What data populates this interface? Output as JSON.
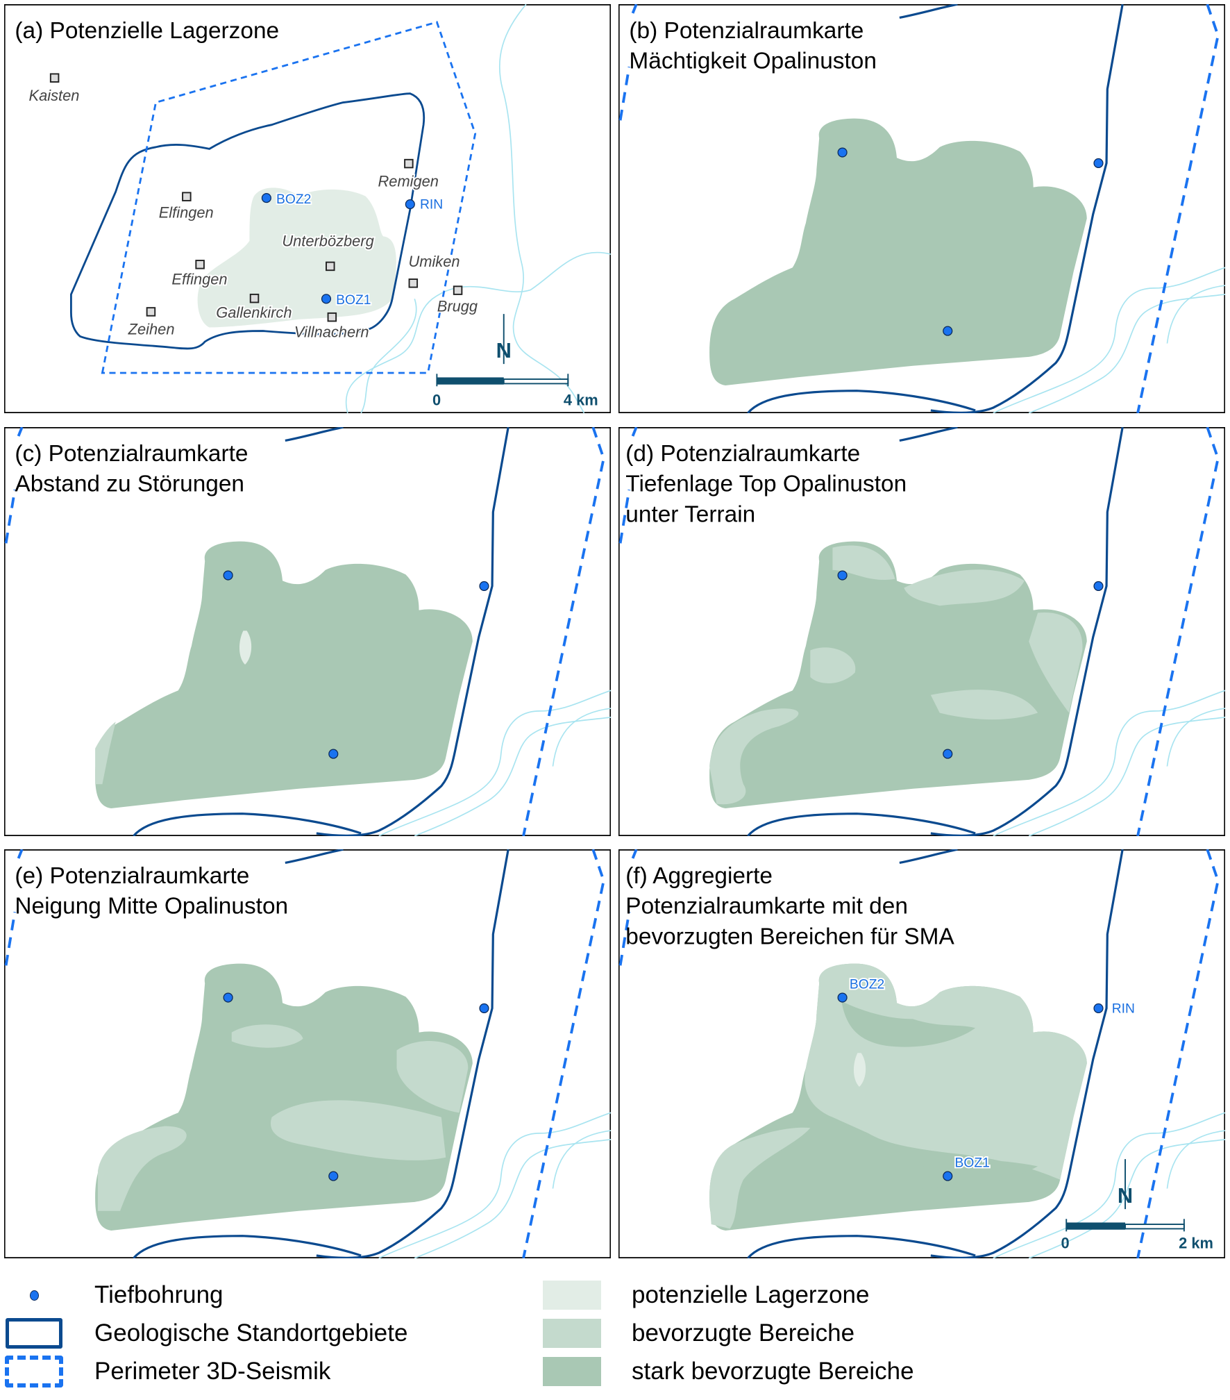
{
  "colors": {
    "boundary": "#0b4a8f",
    "perimeter": "#1a73f0",
    "well": "#1a73f0",
    "river": "#a8e4f0",
    "zone_pale": "#e2ede6",
    "zone_mid": "#c4dacd",
    "zone_strong": "#a9c8b4",
    "scale": "#0f4f6e"
  },
  "panels": {
    "a": {
      "title": [
        "(a) Potenzielle Lagerzone"
      ],
      "places": [
        "Kaisten",
        "Elfingen",
        "Effingen",
        "Zeihen",
        "Gallenkirch",
        "Unterbözberg",
        "Villnachern",
        "Remigen",
        "Umiken",
        "Brugg"
      ],
      "wells": [
        "BOZ2",
        "RIN",
        "BOZ1"
      ],
      "scale": {
        "start": "0",
        "end": "4 km",
        "north": "N"
      }
    },
    "b": {
      "title": [
        "(b) Potenzialraumkarte",
        "Mächtigkeit Opalinuston"
      ]
    },
    "c": {
      "title": [
        "(c) Potenzialraumkarte",
        "Abstand zu Störungen"
      ]
    },
    "d": {
      "title": [
        "(d) Potenzialraumkarte",
        "Tiefenlage Top Opalinuston",
        "unter Terrain"
      ]
    },
    "e": {
      "title": [
        "(e) Potenzialraumkarte",
        "Neigung Mitte Opalinuston"
      ]
    },
    "f": {
      "title": [
        "(f) Aggregierte",
        "Potenzialraumkarte mit den",
        "bevorzugten Bereichen für SMA"
      ],
      "wells": [
        "BOZ2",
        "RIN",
        "BOZ1"
      ],
      "scale": {
        "start": "0",
        "end": "2 km",
        "north": "N"
      }
    }
  },
  "legend": {
    "left": [
      "Tiefbohrung",
      "Geologische Standortgebiete",
      "Perimeter 3D-Seismik"
    ],
    "right": [
      "potenzielle Lagerzone",
      "bevorzugte Bereiche",
      "stark bevorzugte Bereiche"
    ]
  }
}
